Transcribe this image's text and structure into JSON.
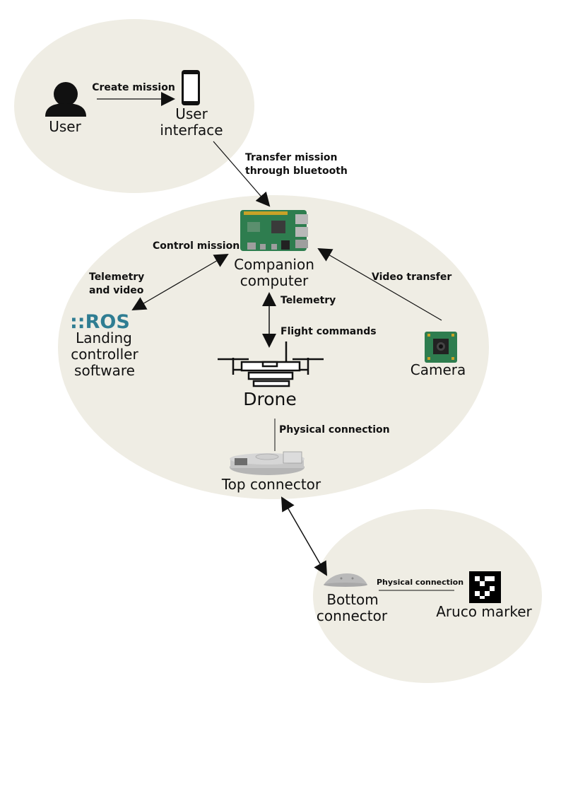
{
  "colors": {
    "region_fill": "#efede4",
    "ros_blue": "#2f7d92",
    "board_green": "#2e7d4f",
    "line": "#111111"
  },
  "icons": [
    "user-icon",
    "smartphone-icon",
    "raspberry-pi-board-icon",
    "ros-logo",
    "drone-icon",
    "camera-module-icon",
    "top-connector-icon",
    "bottom-connector-icon",
    "aruco-marker-icon"
  ],
  "nodes": {
    "user": "User",
    "ui_line1": "User",
    "ui_line2": "interface",
    "companion_line1": "Companion",
    "companion_line2": "computer",
    "ros_logo": "::ROS",
    "landing_line1": "Landing",
    "landing_line2": "controller",
    "landing_line3": "software",
    "camera": "Camera",
    "drone": "Drone",
    "top_connector": "Top connector",
    "bottom_line1": "Bottom",
    "bottom_line2": "connector",
    "aruco": "Aruco marker"
  },
  "edges": {
    "create_mission": "Create mission",
    "transfer_line1": "Transfer mission",
    "transfer_line2": "through bluetooth",
    "control_mission": "Control mission",
    "telemetry_video_line1": "Telemetry",
    "telemetry_video_line2": "and video",
    "video_transfer": "Video transfer",
    "telemetry": "Telemetry",
    "flight_commands": "Flight commands",
    "physical_connection_top": "Physical connection",
    "physical_connection_bottom": "Physical connection"
  }
}
